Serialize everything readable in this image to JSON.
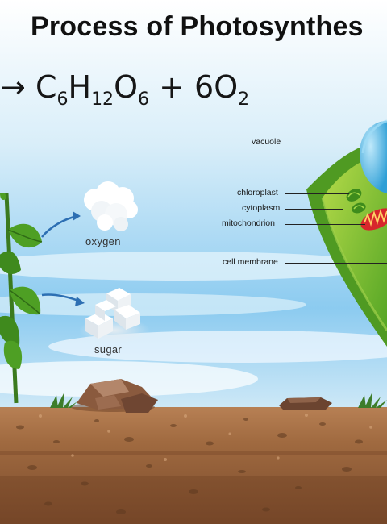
{
  "title": "Process of Photosynthes",
  "equation": {
    "arrow": "→",
    "glucose": {
      "c": "C",
      "c_sub": "6",
      "h": "H",
      "h_sub": "12",
      "o": "O",
      "o_sub": "6"
    },
    "plus": "+",
    "oxygen": {
      "coef": "6",
      "o": "O",
      "o_sub": "2"
    }
  },
  "products": {
    "oxygen": "oxygen",
    "sugar": "sugar"
  },
  "cell_labels": {
    "vacuole": "vacuole",
    "chloroplast": "chloroplast",
    "cytoplasm": "cytoplasm",
    "mitochondrion": "mitochondrion",
    "cell_membrane": "cell membrane"
  },
  "colors": {
    "sky_top": "#ffffff",
    "sky_bottom": "#7fc3ec",
    "soil": "#8c5a36",
    "leaf": "#3f8f1f",
    "cell_green": "#8cc63f",
    "vacuole": "#4bb5e6"
  }
}
